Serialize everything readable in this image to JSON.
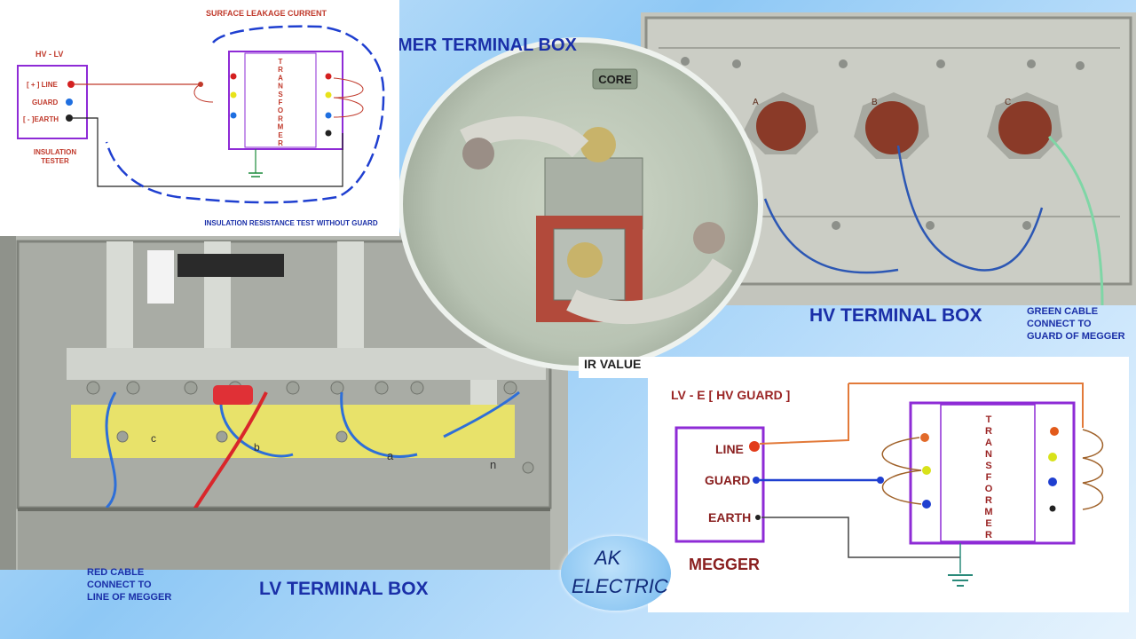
{
  "top_diagram": {
    "title": "SURFACE LEAKAGE CURRENT",
    "hv_lv": "HV - LV",
    "line": "[ + ] LINE",
    "guard": "GUARD",
    "earth": "[ - ]EARTH",
    "tester": "INSULATION",
    "tester2": "TESTER",
    "transformer_letters": [
      "T",
      "R",
      "A",
      "N",
      "S",
      "F",
      "O",
      "R",
      "M",
      "E",
      "R"
    ],
    "caption": "INSULATION RESISTANCE TEST WITHOUT GUARD"
  },
  "header_partial": "MER TERMINAL BOX",
  "core_label": "CORE",
  "hv_box": {
    "title": "HV TERMINAL BOX",
    "phases": [
      "A",
      "B",
      "C"
    ],
    "green_note": [
      "GREEN CABLE",
      "CONNECT TO",
      "GUARD OF MEGGER"
    ]
  },
  "lv_box": {
    "title": "LV TERMINAL BOX",
    "phases": [
      "c",
      "b",
      "a",
      "n"
    ],
    "red_note": [
      "RED CABLE",
      "CONNECT TO",
      "LINE OF MEGGER"
    ]
  },
  "ir_value": "IR VALUE",
  "bottom_diagram": {
    "title": "LV - E [ HV GUARD ]",
    "line": "LINE",
    "guard": "GUARD",
    "earth": "EARTH",
    "megger": "MEGGER",
    "transformer_letters": [
      "T",
      "R",
      "A",
      "N",
      "S",
      "F",
      "O",
      "R",
      "M",
      "E",
      "R"
    ]
  },
  "logo": [
    "AK",
    "ELECTRIC"
  ],
  "colors": {
    "title_blue": "#1a2fa8",
    "wire_red": "#c0392b",
    "wire_blue": "#1f5fd1",
    "megger_purple": "#8e2bd6"
  }
}
